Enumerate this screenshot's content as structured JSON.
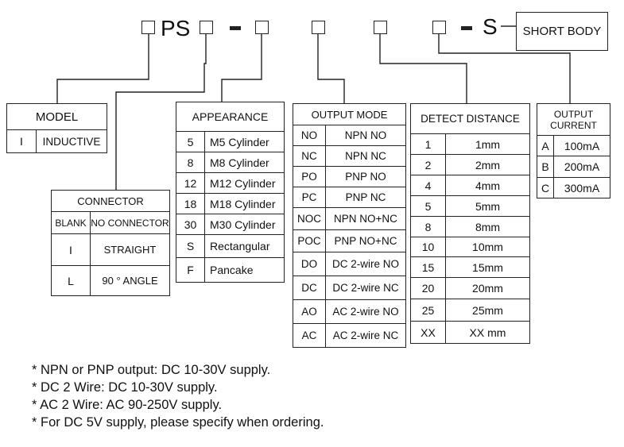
{
  "code": {
    "ps": "PS",
    "s": "S",
    "short_body": "SHORT BODY"
  },
  "model": {
    "header": "MODEL",
    "rows": [
      {
        "code": "I",
        "label": "INDUCTIVE"
      }
    ]
  },
  "connector": {
    "header": "CONNECTOR",
    "rows": [
      {
        "code": "BLANK",
        "label": "NO CONNECTOR"
      },
      {
        "code": "I",
        "label": "STRAIGHT"
      },
      {
        "code": "L",
        "label": "90 ° ANGLE"
      }
    ]
  },
  "appearance": {
    "header": "APPEARANCE",
    "rows": [
      {
        "code": "5",
        "label": "M5 Cylinder"
      },
      {
        "code": "8",
        "label": "M8 Cylinder"
      },
      {
        "code": "12",
        "label": "M12 Cylinder"
      },
      {
        "code": "18",
        "label": "M18 Cylinder"
      },
      {
        "code": "30",
        "label": "M30 Cylinder"
      },
      {
        "code": "S",
        "label": "Rectangular"
      },
      {
        "code": "F",
        "label": "Pancake"
      }
    ]
  },
  "output_mode": {
    "header": "OUTPUT MODE",
    "rows": [
      {
        "code": "NO",
        "label": "NPN NO"
      },
      {
        "code": "NC",
        "label": "NPN NC"
      },
      {
        "code": "PO",
        "label": "PNP NO"
      },
      {
        "code": "PC",
        "label": "PNP NC"
      },
      {
        "code": "NOC",
        "label": "NPN NO+NC"
      },
      {
        "code": "POC",
        "label": "PNP NO+NC"
      },
      {
        "code": "DO",
        "label": "DC 2-wire NO"
      },
      {
        "code": "DC",
        "label": "DC 2-wire NC"
      },
      {
        "code": "AO",
        "label": "AC 2-wire NO"
      },
      {
        "code": "AC",
        "label": "AC 2-wire NC"
      }
    ]
  },
  "detect_distance": {
    "header": "DETECT DISTANCE",
    "rows": [
      {
        "code": "1",
        "label": "1mm"
      },
      {
        "code": "2",
        "label": "2mm"
      },
      {
        "code": "4",
        "label": "4mm"
      },
      {
        "code": "5",
        "label": "5mm"
      },
      {
        "code": "8",
        "label": "8mm"
      },
      {
        "code": "10",
        "label": "10mm"
      },
      {
        "code": "15",
        "label": "15mm"
      },
      {
        "code": "20",
        "label": "20mm"
      },
      {
        "code": "25",
        "label": "25mm"
      },
      {
        "code": "XX",
        "label": "XX mm"
      }
    ]
  },
  "output_current": {
    "header_line1": "OUTPUT",
    "header_line2": "CURRENT",
    "rows": [
      {
        "code": "A",
        "label": "100mA"
      },
      {
        "code": "B",
        "label": "200mA"
      },
      {
        "code": "C",
        "label": "300mA"
      }
    ]
  },
  "notes": [
    "* NPN or PNP output: DC 10-30V supply.",
    "* DC 2 Wire: DC 10-30V supply.",
    "* AC 2 Wire: AC 90-250V supply.",
    "* For DC 5V supply, please specify when ordering."
  ]
}
